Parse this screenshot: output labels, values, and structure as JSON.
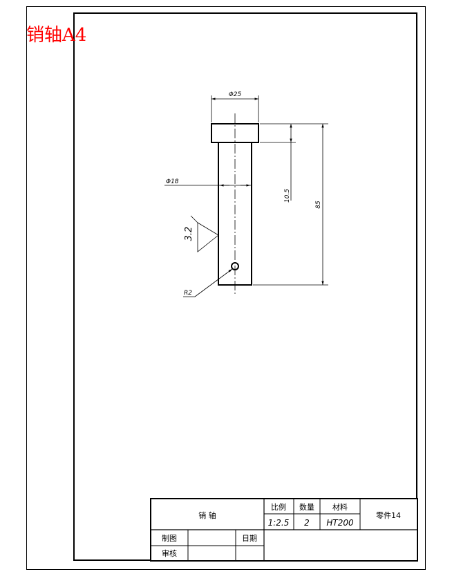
{
  "sheet_title": "销轴A4",
  "dimensions": {
    "head_diameter": "Φ25",
    "shaft_diameter": "Φ18",
    "head_height": "10.5",
    "overall_length": "85",
    "roughness": "3.2",
    "hole_radius": "R2"
  },
  "title_block": {
    "part_name": "销 轴",
    "scale_label": "比例",
    "quantity_label": "数量",
    "material_label": "材料",
    "scale_value": "1:2.5",
    "quantity_value": "2",
    "material_value": "HT200",
    "part_number": "零件14",
    "drawn_by_label": "制图",
    "date_label": "日期",
    "checked_by_label": "审核"
  }
}
